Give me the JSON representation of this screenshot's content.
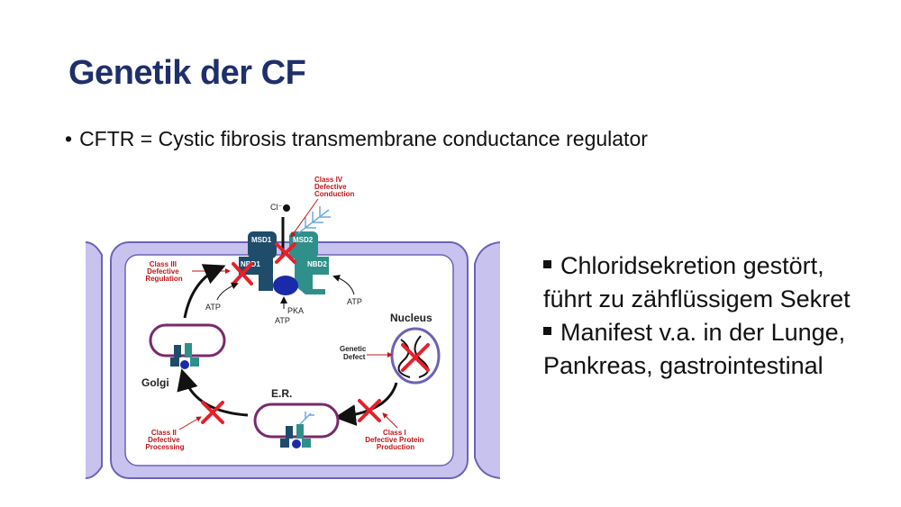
{
  "slide": {
    "title": "Genetik der CF",
    "bullet": "CFTR = Cystic fibrosis transmembrane conductance regulator",
    "points": [
      {
        "line1": "Chloridsekretion gestört,",
        "line2": "führt zu zähflüssigem Sekret"
      },
      {
        "line1": "Manifest v.a. in der Lunge,",
        "line2": "Pankreas, gastrointestinal"
      }
    ]
  },
  "diagram": {
    "class4": [
      "Class IV",
      "Defective",
      "Conduction"
    ],
    "class3": [
      "Class III",
      "Defective",
      "Regulation"
    ],
    "class2": [
      "Class II",
      "Defective",
      "Processing"
    ],
    "class1": [
      "Class I",
      "Defective Protein",
      "Production"
    ],
    "genetic_defect": [
      "Genetic",
      "Defect"
    ],
    "chloride": "Cl⁻",
    "msd1": "MSD1",
    "msd2": "MSD2",
    "nbd1": "NBD1",
    "nbd2": "NBD2",
    "atp_left": "ATP",
    "atp_right": "ATP",
    "atp_center": "ATP",
    "pka": "PKA",
    "nucleus": "Nucleus",
    "golgi": "Golgi",
    "er": "E.R.",
    "colors": {
      "title": "#1f2f6b",
      "membrane": "#c8c3ee",
      "membrane_border": "#6b63b5",
      "cross": "#e5202a",
      "label_red": "#c0161a",
      "domain_teal": "#2f8f8a",
      "domain_dark": "#1f4c6b",
      "center_blue": "#1a2aa8"
    }
  }
}
